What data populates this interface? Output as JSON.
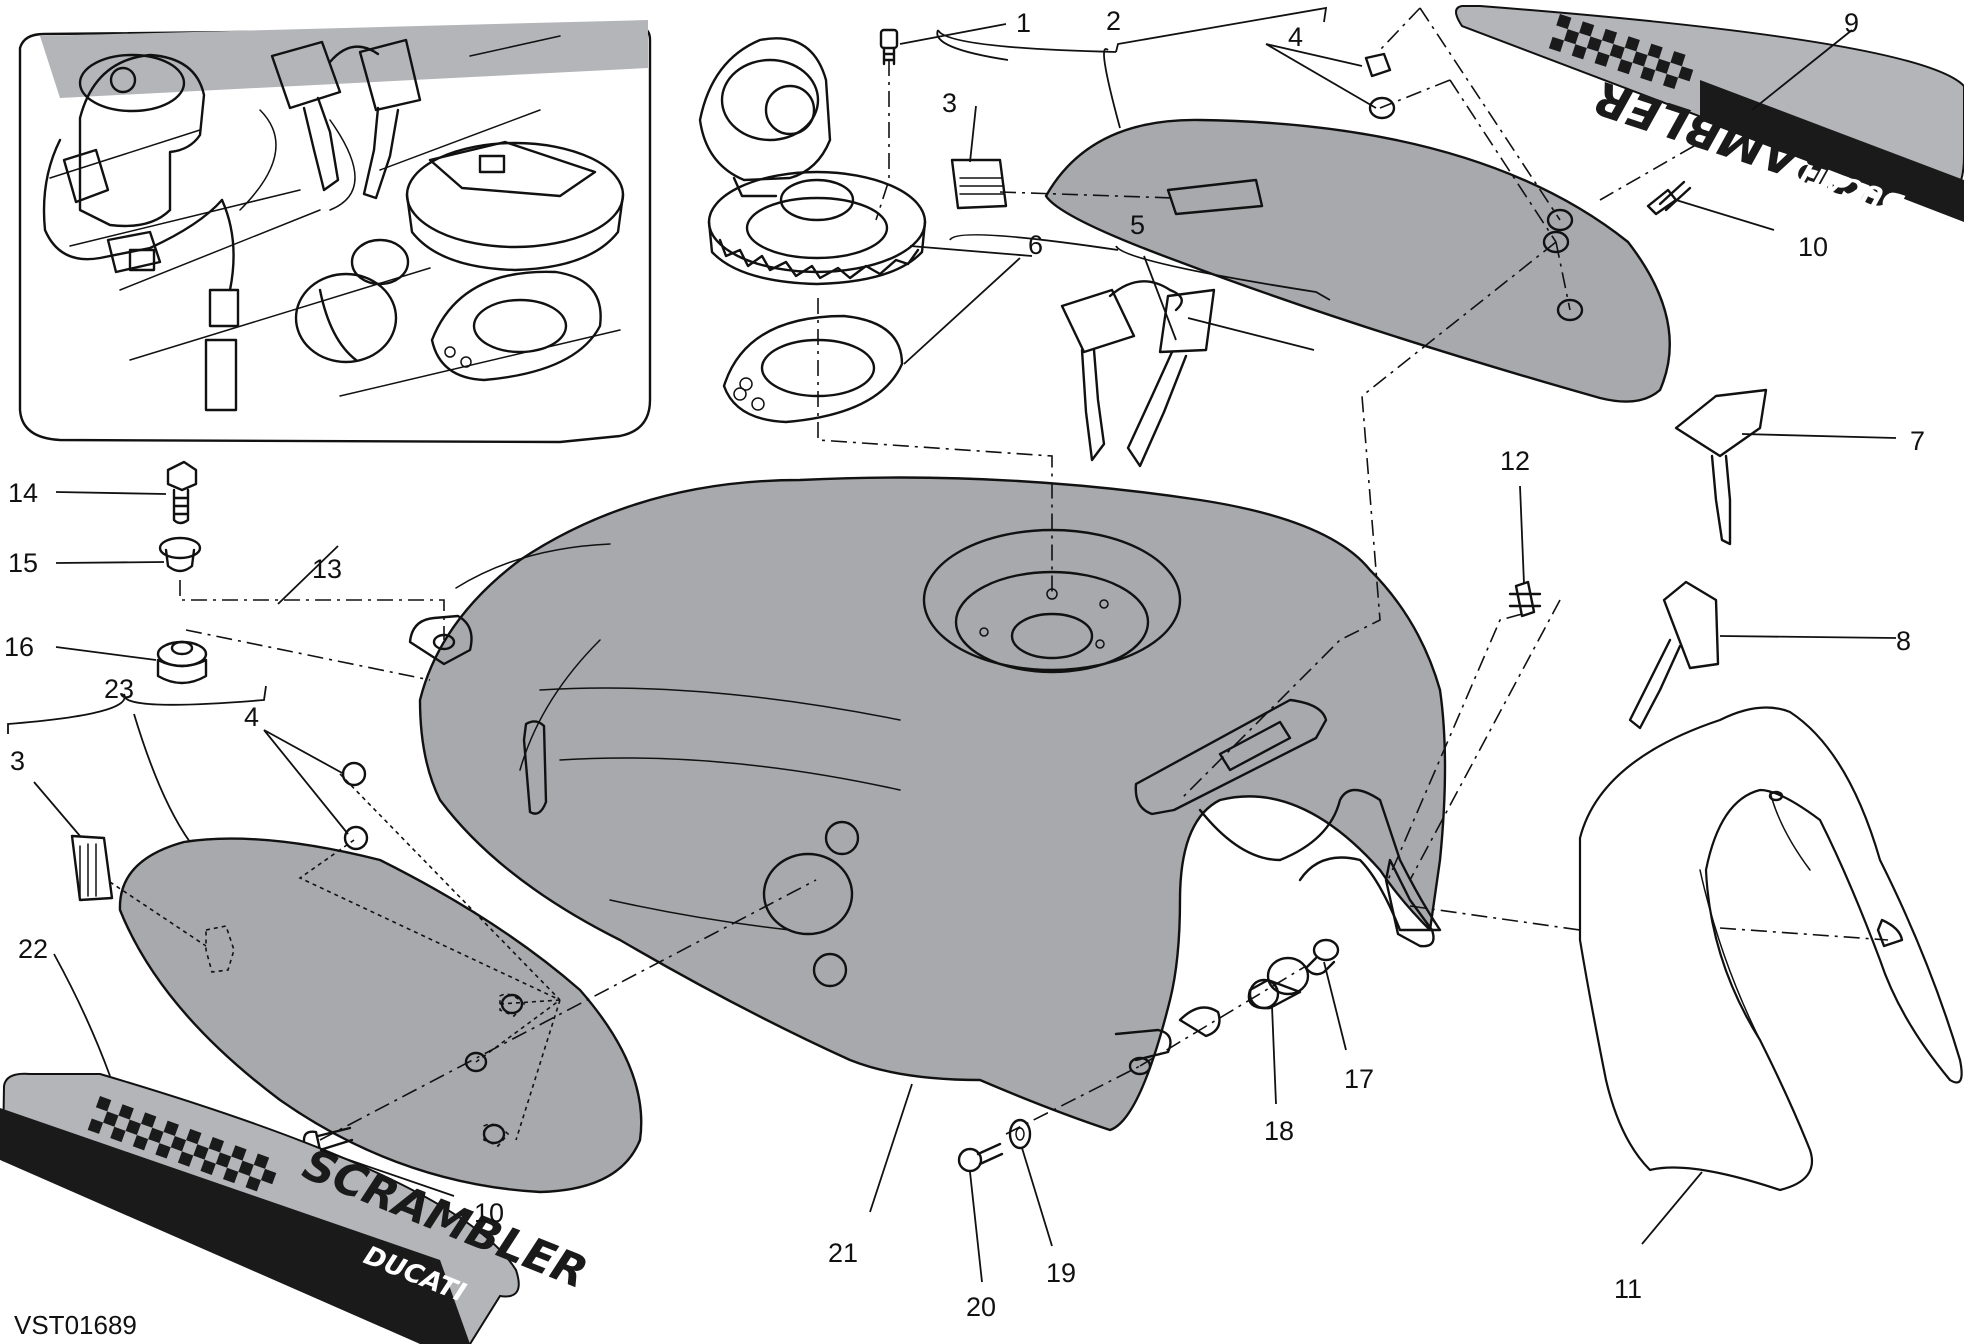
{
  "diagram": {
    "drawing_code": "VST01689",
    "decal_brand": "SCRAMBLER",
    "decal_maker": "DUCATI",
    "colors": {
      "part_fill": "#a7a9ac",
      "decal_dark": "#1a1a1a",
      "line": "#111111",
      "background": "#ffffff"
    },
    "callouts": [
      {
        "id": "c1",
        "number": "1"
      },
      {
        "id": "c2",
        "number": "2"
      },
      {
        "id": "c3a",
        "number": "3"
      },
      {
        "id": "c4a",
        "number": "4"
      },
      {
        "id": "c5",
        "number": "5"
      },
      {
        "id": "c6",
        "number": "6"
      },
      {
        "id": "c7",
        "number": "7"
      },
      {
        "id": "c8",
        "number": "8"
      },
      {
        "id": "c9",
        "number": "9"
      },
      {
        "id": "c10a",
        "number": "10"
      },
      {
        "id": "c11",
        "number": "11"
      },
      {
        "id": "c12",
        "number": "12"
      },
      {
        "id": "c13",
        "number": "13"
      },
      {
        "id": "c14",
        "number": "14"
      },
      {
        "id": "c15",
        "number": "15"
      },
      {
        "id": "c16",
        "number": "16"
      },
      {
        "id": "c17",
        "number": "17"
      },
      {
        "id": "c18",
        "number": "18"
      },
      {
        "id": "c19",
        "number": "19"
      },
      {
        "id": "c20",
        "number": "20"
      },
      {
        "id": "c21",
        "number": "21"
      },
      {
        "id": "c22",
        "number": "22"
      },
      {
        "id": "c23",
        "number": "23"
      },
      {
        "id": "c3b",
        "number": "3"
      },
      {
        "id": "c4b",
        "number": "4"
      },
      {
        "id": "c10b",
        "number": "10"
      }
    ]
  }
}
